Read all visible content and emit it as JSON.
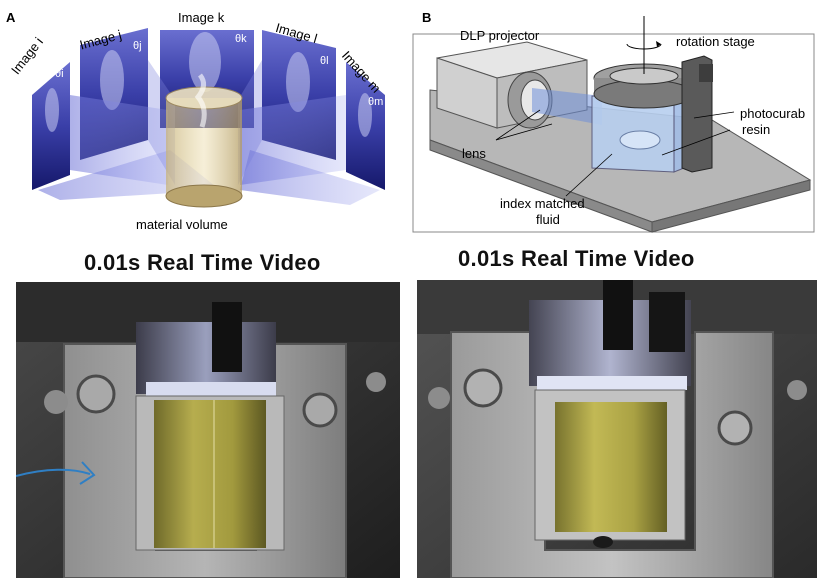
{
  "panel_a": {
    "letter": "A",
    "images": [
      {
        "label": "Image i",
        "theta": "θi"
      },
      {
        "label": "Image j",
        "theta": "θj"
      },
      {
        "label": "Image k",
        "theta": "θk"
      },
      {
        "label": "Image l",
        "theta": "θl"
      },
      {
        "label": "Image m",
        "theta": "θm"
      }
    ],
    "volume_label": "material volume"
  },
  "panel_b": {
    "letter": "B",
    "labels": {
      "projector": "DLP projector",
      "rotation": "rotation stage",
      "resin_line1": "photocurab",
      "resin_line2": "resin",
      "lens": "lens",
      "fluid_line1": "index matched",
      "fluid_line2": "fluid"
    }
  },
  "videos": [
    {
      "title": "0.01s   Real Time Video"
    },
    {
      "title": "0.01s   Real Time Video"
    }
  ],
  "colors": {
    "projection_blue": "#4a4fb8",
    "resin_yellow": "#b6ad4e",
    "arrow_blue": "#2f7fc4"
  }
}
